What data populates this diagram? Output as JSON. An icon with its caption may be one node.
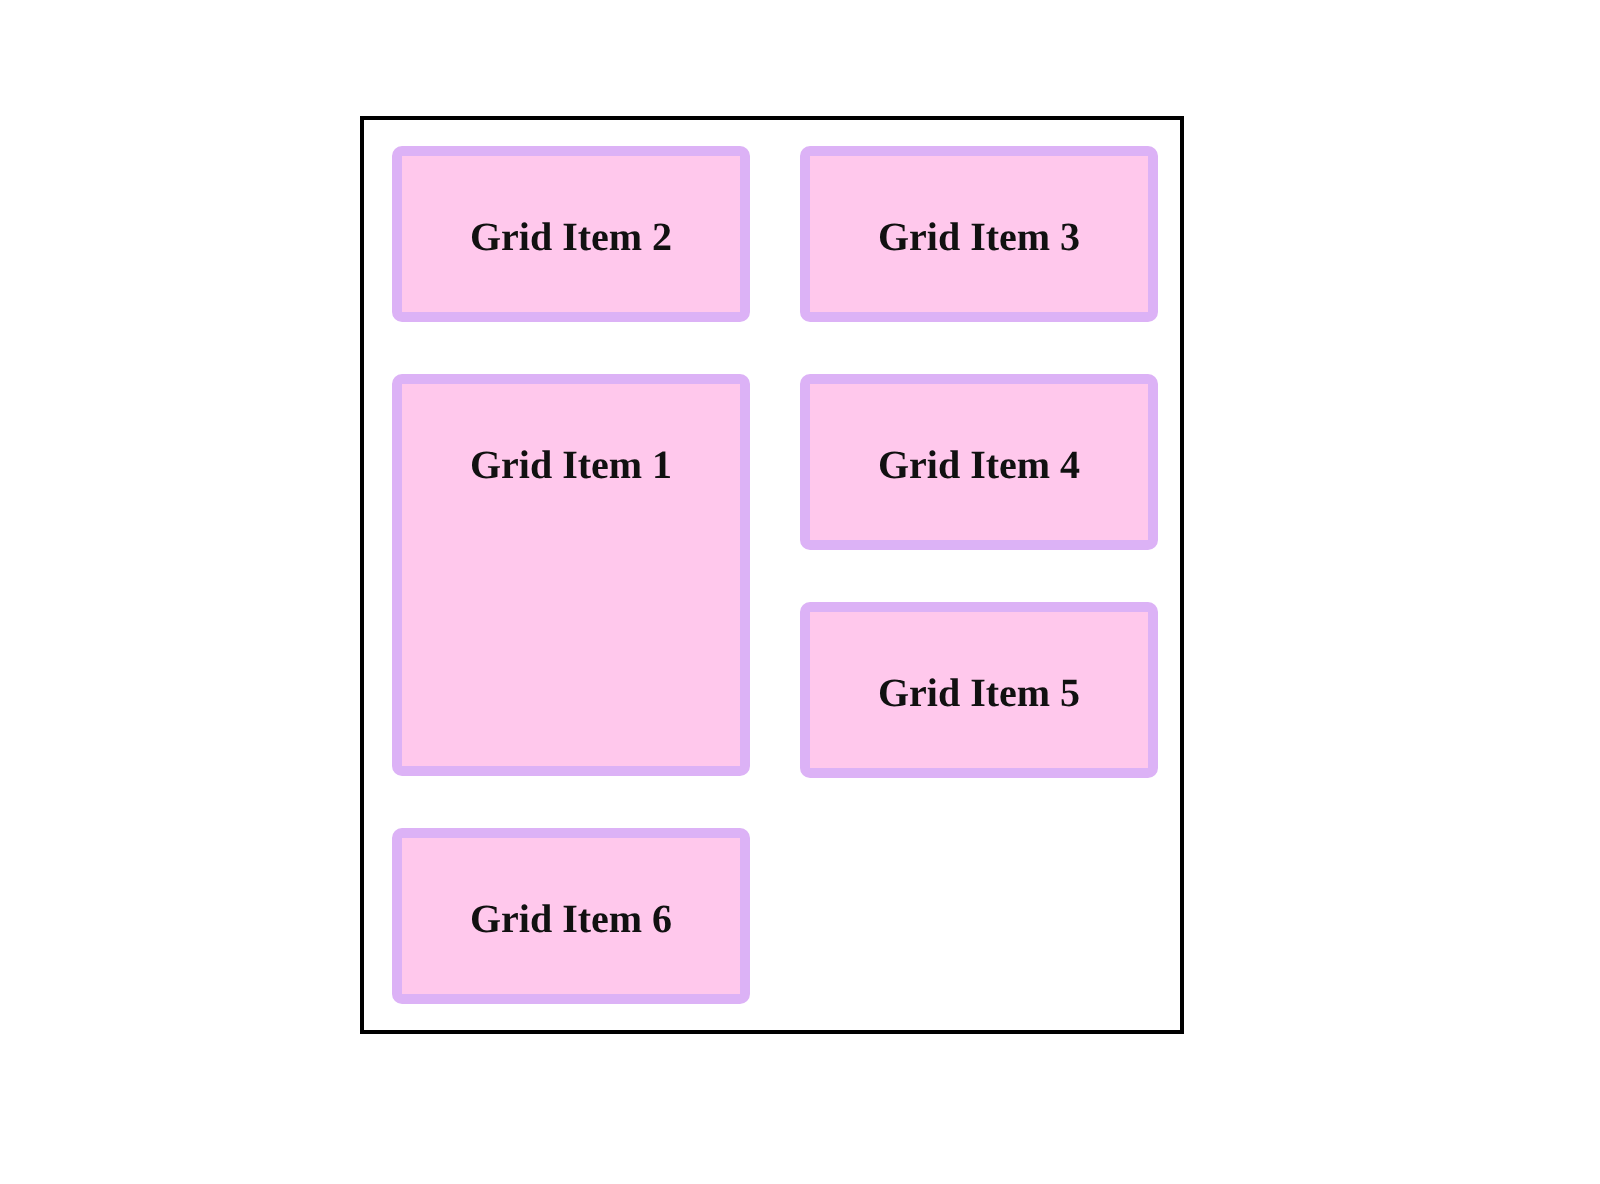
{
  "diagram": {
    "nodes": [
      {
        "text": [],
        "shape": "box"
      },
      {
        "text": [
          "Grid Item 2"
        ],
        "in": 0
      },
      {
        "text": [
          "Grid Item 3"
        ],
        "in": 0
      },
      {
        "text": [
          "Grid Item 1"
        ],
        "in": 0
      },
      {
        "text": [
          "Grid Item 4"
        ],
        "in": 0
      },
      {
        "text": [
          "Grid Item 5"
        ],
        "in": 0
      },
      {
        "text": [
          "Grid Item 6"
        ],
        "in": 0
      }
    ]
  }
}
